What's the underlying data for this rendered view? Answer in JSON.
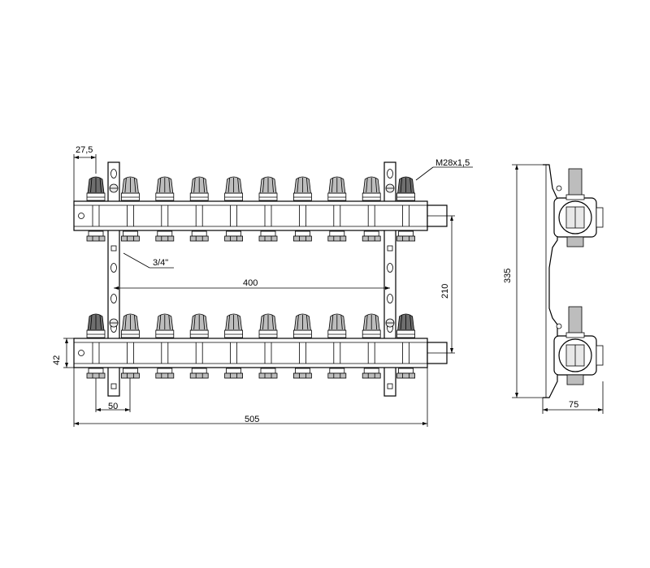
{
  "drawing": {
    "outlets_per_rail": 10,
    "dimensions": {
      "outlet_pitch": "50",
      "first_offset": "27,5",
      "thread": "M28x1,5",
      "inlet": "3/4\"",
      "bracket_spacing": "400",
      "rail_spacing": "210",
      "rail_height": "42",
      "overall_length": "505",
      "overall_height": "335",
      "depth": "75"
    }
  }
}
